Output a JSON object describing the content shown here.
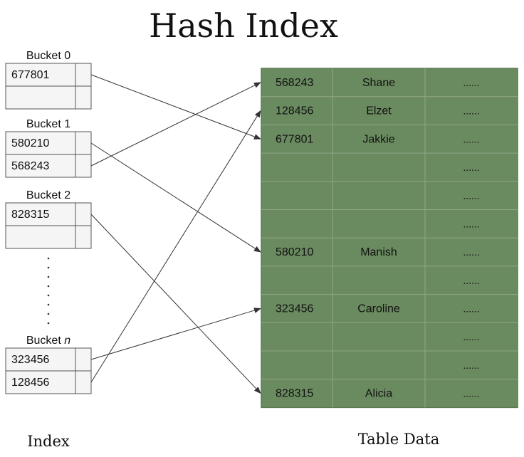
{
  "title": "Hash Index",
  "index_label": "Index",
  "table_label": "Table Data",
  "colors": {
    "table_fill": "#6a8a5f",
    "table_line": "#8fa887",
    "cell_fill": "#f5f5f5",
    "line": "#333333"
  },
  "buckets": [
    {
      "name": "Bucket 0",
      "prefix": "Bucket ",
      "suffix": "0",
      "slots": [
        "677801",
        ""
      ]
    },
    {
      "name": "Bucket 1",
      "prefix": "Bucket ",
      "suffix": "1",
      "slots": [
        "580210",
        "568243"
      ]
    },
    {
      "name": "Bucket 2",
      "prefix": "Bucket ",
      "suffix": "2",
      "slots": [
        "828315",
        ""
      ]
    },
    {
      "name": "Bucket n",
      "prefix": "Bucket ",
      "suffix": "n",
      "slots": [
        "323456",
        "128456"
      ]
    }
  ],
  "table": {
    "rows": [
      [
        "568243",
        "Shane",
        "......"
      ],
      [
        "128456",
        "Elzet",
        "......"
      ],
      [
        "677801",
        "Jakkie",
        "......"
      ],
      [
        "",
        "",
        "......"
      ],
      [
        "",
        "",
        "......"
      ],
      [
        "",
        "",
        "......"
      ],
      [
        "580210",
        "Manish",
        "......"
      ],
      [
        "",
        "",
        "......"
      ],
      [
        "323456",
        "Caroline",
        "......"
      ],
      [
        "",
        "",
        "......"
      ],
      [
        "",
        "",
        "......"
      ],
      [
        "828315",
        "Alicia",
        "......"
      ]
    ]
  },
  "links": [
    {
      "bucket": 0,
      "slot": 0,
      "row": 2
    },
    {
      "bucket": 1,
      "slot": 0,
      "row": 6
    },
    {
      "bucket": 1,
      "slot": 1,
      "row": 0
    },
    {
      "bucket": 2,
      "slot": 0,
      "row": 11
    },
    {
      "bucket": 3,
      "slot": 0,
      "row": 8
    },
    {
      "bucket": 3,
      "slot": 1,
      "row": 1
    }
  ]
}
